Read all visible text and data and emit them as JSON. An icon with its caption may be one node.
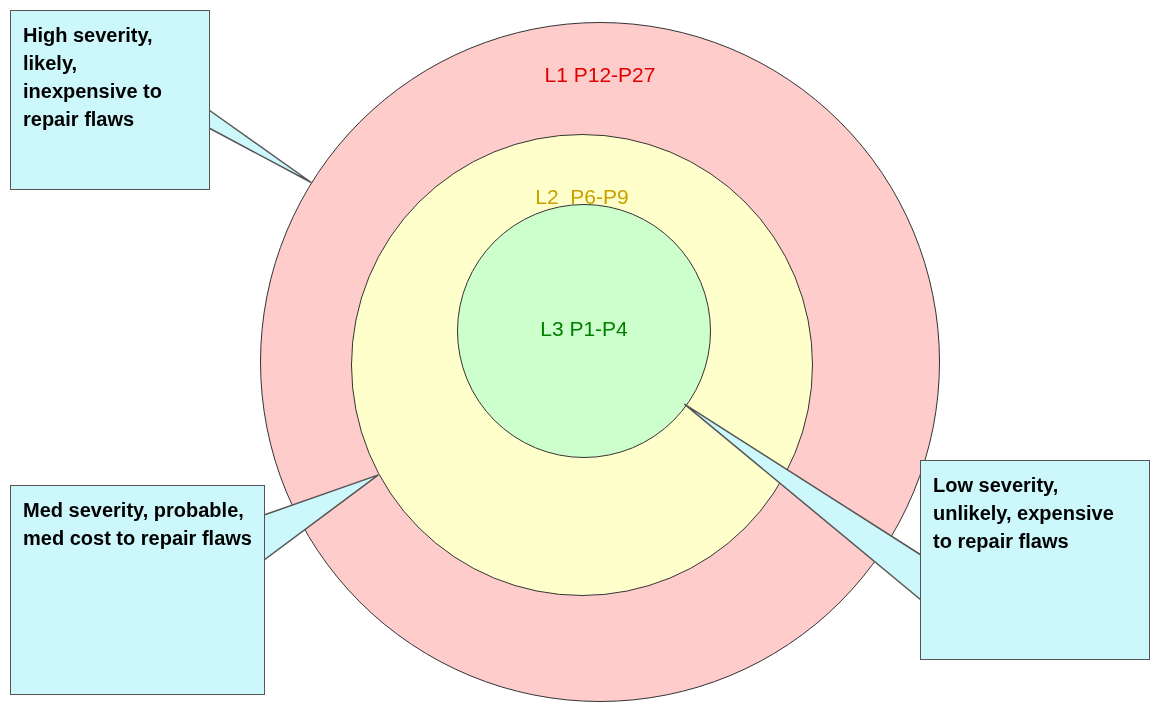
{
  "diagram": {
    "nodes": [
      {
        "text": [
          "High severity, likely, inexpensive to repair flaws"
        ]
      },
      {
        "text": [
          "L1 P12-P27"
        ]
      },
      {
        "text": [
          "L2  P6-P9"
        ],
        "in": 1
      },
      {
        "text": [
          "L3 P1-P4"
        ],
        "in": 2
      },
      {
        "text": [
          "Med severity, probable, med cost to repair flaws"
        ]
      },
      {
        "text": [
          "Low severity, unlikely, expensive to repair flaws"
        ]
      }
    ],
    "edges": [
      {
        "from": 0,
        "to": 1,
        "arrow": "none"
      },
      {
        "from": 4,
        "to": 2,
        "arrow": "none"
      },
      {
        "from": 5,
        "to": 3,
        "arrow": "none"
      }
    ]
  }
}
